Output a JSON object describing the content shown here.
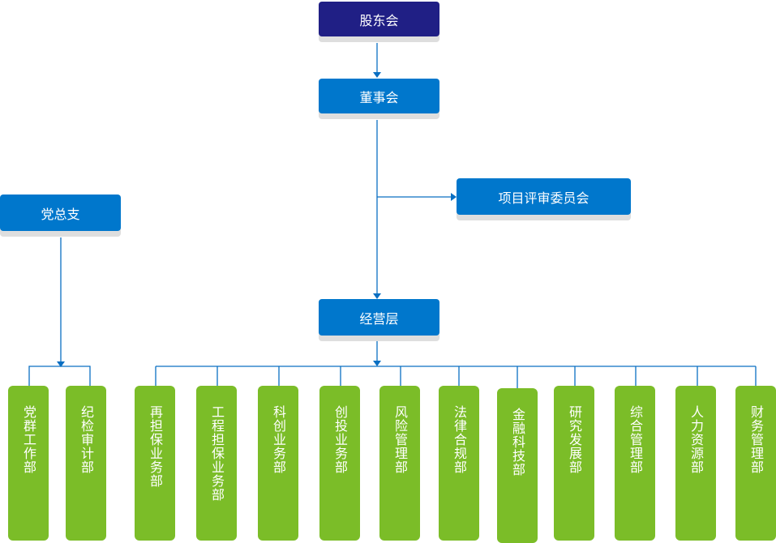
{
  "diagram": {
    "type": "org-chart",
    "top_nodes": {
      "shareholders": "股东会",
      "board": "董事会",
      "committee": "项目评审委员会",
      "party_branch": "党总支",
      "management": "经营层"
    },
    "party_departments": [
      "党群工作部",
      "纪检审计部"
    ],
    "departments": [
      "再担保业务部",
      "工程担保业务部",
      "科创业务部",
      "创投业务部",
      "风险管理部",
      "法律合规部",
      "金融科技部",
      "研究发展部",
      "综合管理部",
      "人力资源部",
      "财务管理部"
    ],
    "edges": [
      [
        "股东会",
        "董事会"
      ],
      [
        "董事会",
        "项目评审委员会"
      ],
      [
        "董事会",
        "经营层"
      ],
      [
        "党总支",
        "党群工作部"
      ],
      [
        "党总支",
        "纪检审计部"
      ],
      [
        "经营层",
        "再担保业务部"
      ],
      [
        "经营层",
        "工程担保业务部"
      ],
      [
        "经营层",
        "科创业务部"
      ],
      [
        "经营层",
        "创投业务部"
      ],
      [
        "经营层",
        "风险管理部"
      ],
      [
        "经营层",
        "法律合规部"
      ],
      [
        "经营层",
        "金融科技部"
      ],
      [
        "经营层",
        "研究发展部"
      ],
      [
        "经营层",
        "综合管理部"
      ],
      [
        "经营层",
        "人力资源部"
      ],
      [
        "经营层",
        "财务管理部"
      ]
    ],
    "colors": {
      "shareholders_fill": "#201f85",
      "node_fill": "#0077cc",
      "department_fill": "#7bbd28",
      "connector": "#0a6fc2",
      "shadow": "#dedede",
      "text": "#ffffff"
    }
  }
}
